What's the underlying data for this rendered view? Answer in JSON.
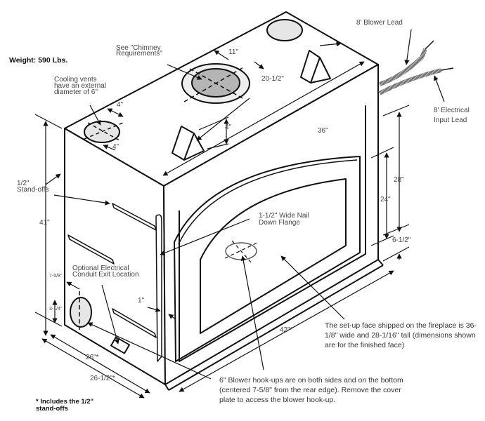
{
  "diagram": {
    "subject": "Fireplace unit isometric dimension drawing",
    "weight": "Weight: 590 Lbs.",
    "labels": {
      "chimney_line1": "See \"Chimney",
      "chimney_line2": "Requirements\"",
      "cooling_line1": "Cooling vents",
      "cooling_line2": "have an external",
      "cooling_line3": "diameter of 6\"",
      "blower_lead": "8' Blower Lead",
      "electrical_line1": "8' Electrical",
      "electrical_line2": "Input Lead",
      "standoffs_line1": "1/2\"",
      "standoffs_line2": "Stand-offs",
      "flange_line1": "1-1/2\" Wide Nail",
      "flange_line2": "Down Flange",
      "conduit_line1": "Optional Electrical",
      "conduit_line2": "Conduit Exit Location",
      "footnote_line1": "* Includes the 1/2\"",
      "footnote_line2": "stand-offs"
    },
    "dimensions": {
      "chimney_offset": "11\"",
      "chimney_depth": "20-1/2\"",
      "vent_a": "4\"",
      "vent_b": "4\"",
      "tab_height": "4\"",
      "width_top": "36\"",
      "height_total": "41\"",
      "opening_outer": "28\"",
      "opening_inner": "24\"",
      "base_height": "6-1/2\"",
      "conduit_from_rear": "7-5/8\"",
      "conduit_height": "3-1/4\"",
      "flange_width": "1\"",
      "depth_a": "26\"*",
      "depth_b": "26-1/2\"*",
      "width_bottom": "42\"*"
    },
    "notes": {
      "face": "The set-up face shipped on the fireplace is 36-1/8\" wide and 28-1/16\" tall (dimensions shown are for the finished face)",
      "blower_line1": "6\" Blower hook-ups are on both sides and on the bottom",
      "blower_line2": "(centered 7-5/8\" from the rear edge).  Remove the cover",
      "blower_line3": "plate to access the blower hook-up."
    },
    "colors": {
      "line": "#111111",
      "vent_fill": "#e6e6e6",
      "chimney_fill": "#b5b5b5",
      "text": "#444444"
    }
  }
}
